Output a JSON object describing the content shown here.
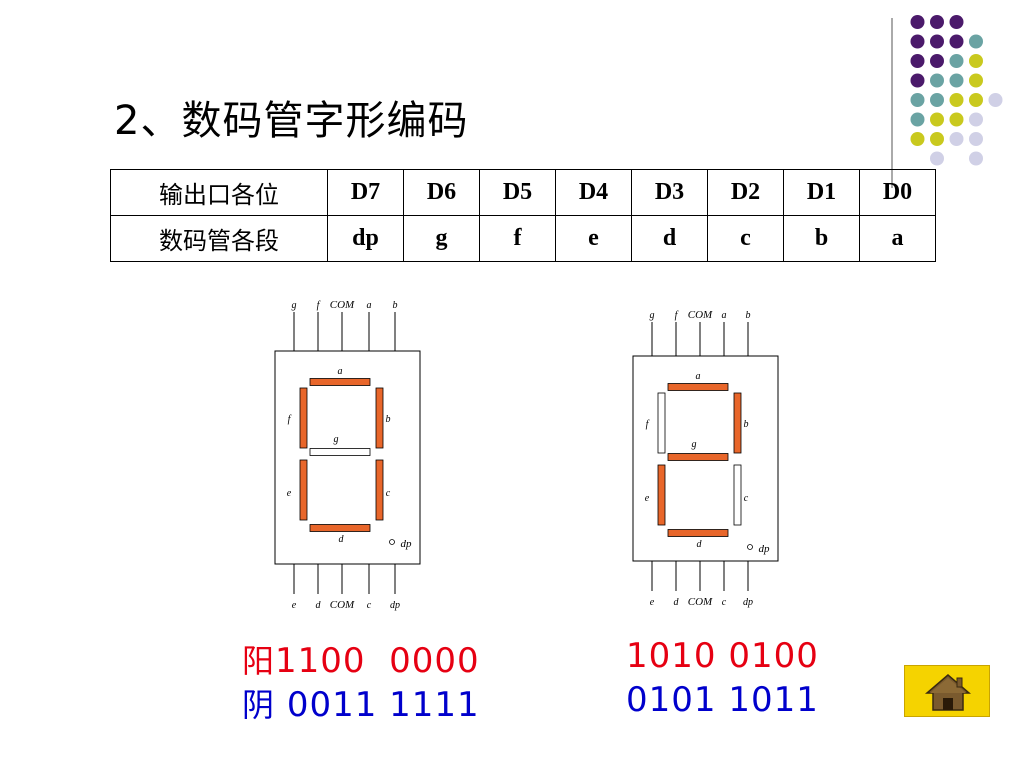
{
  "title": "2、数码管字形编码",
  "table": {
    "header_row": {
      "label": "输出口各位",
      "bits": [
        "D7",
        "D6",
        "D5",
        "D4",
        "D3",
        "D2",
        "D1",
        "D0"
      ]
    },
    "segment_row": {
      "label": "数码管各段",
      "segments": [
        "dp",
        "g",
        "f",
        "e",
        "d",
        "c",
        "b",
        "a"
      ]
    }
  },
  "display_labels": {
    "top": [
      "g",
      "f",
      "COM",
      "a",
      "b"
    ],
    "bottom": [
      "e",
      "d",
      "COM",
      "c",
      "dp"
    ],
    "segments": {
      "a": "a",
      "b": "b",
      "c": "c",
      "d": "d",
      "e": "e",
      "f": "f",
      "g": "g",
      "dp": "dp"
    }
  },
  "displays": [
    {
      "lit": {
        "a": 1,
        "b": 1,
        "c": 1,
        "d": 1,
        "e": 1,
        "f": 1,
        "g": 0,
        "dp": 0
      }
    },
    {
      "lit": {
        "a": 1,
        "b": 1,
        "c": 0,
        "d": 1,
        "e": 1,
        "f": 0,
        "g": 1,
        "dp": 0
      }
    }
  ],
  "codes": {
    "left_anode_label": "阳",
    "left_anode_code": "1100  0000",
    "left_cathode_label": "阴",
    "left_cathode_code": " 0011 1111",
    "right_anode_code": "1010 0100",
    "right_cathode_code": "0101 1011"
  },
  "colors": {
    "segment_on": "#e8662a",
    "segment_off": "#ffffff",
    "anode_code": "#e60012",
    "cathode_code": "#0000cc",
    "home_button": "#f5d300"
  },
  "home_button": {
    "icon": "home-icon"
  }
}
